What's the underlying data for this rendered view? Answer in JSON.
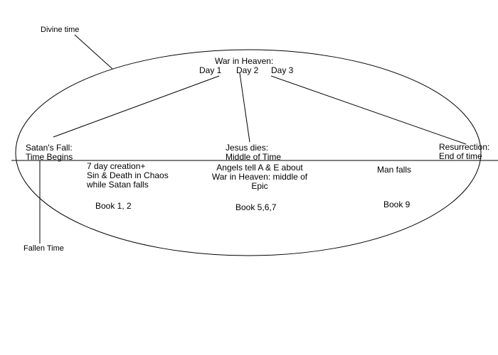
{
  "diagram": {
    "divine_time": "Divine time",
    "fallen_time": "Fallen Time",
    "war_title": "War in Heaven:",
    "days": [
      "Day 1",
      "Day 2",
      "Day 3"
    ],
    "satans_fall": [
      "Satan's Fall:",
      "Time Begins"
    ],
    "jesus_dies": [
      "Jesus dies:",
      "Middle of Time"
    ],
    "resurrection": [
      "Resurrection:",
      "End of time"
    ],
    "creation": [
      "7 day creation+",
      "Sin & Death in Chaos",
      "while Satan falls"
    ],
    "angels": [
      "Angels tell A & E about",
      "War in Heaven: middle of",
      "Epic"
    ],
    "man_falls": "Man falls",
    "book_left": "Book 1, 2",
    "book_middle": "Book 5,6,7",
    "book_right": "Book 9"
  }
}
